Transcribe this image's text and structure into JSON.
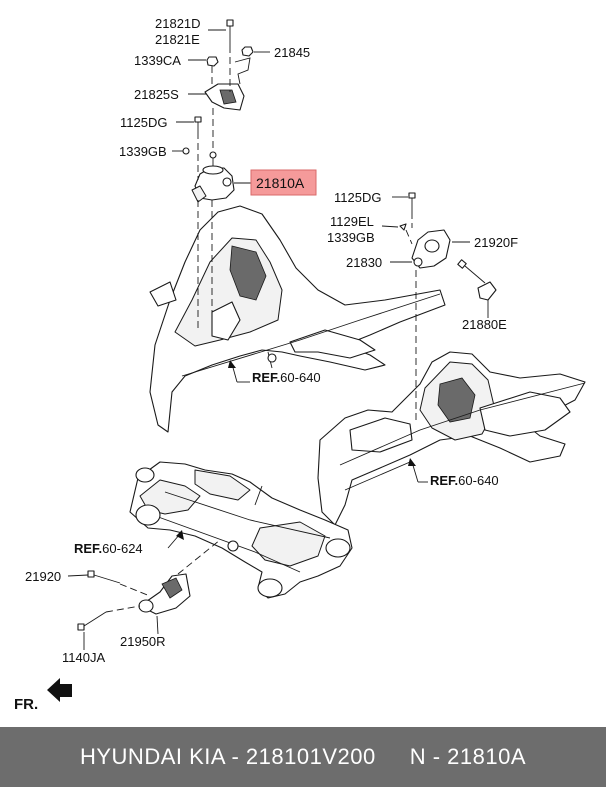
{
  "diagram": {
    "labels": {
      "p21821D": "21821D",
      "p21821E": "21821E",
      "p21845": "21845",
      "p1339CA": "1339CA",
      "p21825S": "21825S",
      "p1125DG_a": "1125DG",
      "p1339GB_a": "1339GB",
      "p21810A": "21810A",
      "p1125DG_b": "1125DG",
      "p1129EL": "1129EL",
      "p1339GB_b": "1339GB",
      "p21920F": "21920F",
      "p21830": "21830",
      "p21880E": "21880E",
      "p21920": "21920",
      "p21950R": "21950R",
      "p1140JA": "1140JA"
    },
    "refs": {
      "ref1_bold": "REF.",
      "ref1_num": "60-640",
      "ref2_bold": "REF.",
      "ref2_num": "60-640",
      "ref3_bold": "REF.",
      "ref3_num": "60-624"
    },
    "front_label": "FR.",
    "highlight_color": "#f59a9a"
  },
  "footer": {
    "brand": "HYUNDAI  KIA - 218101V200",
    "oem": "N - 21810A"
  }
}
